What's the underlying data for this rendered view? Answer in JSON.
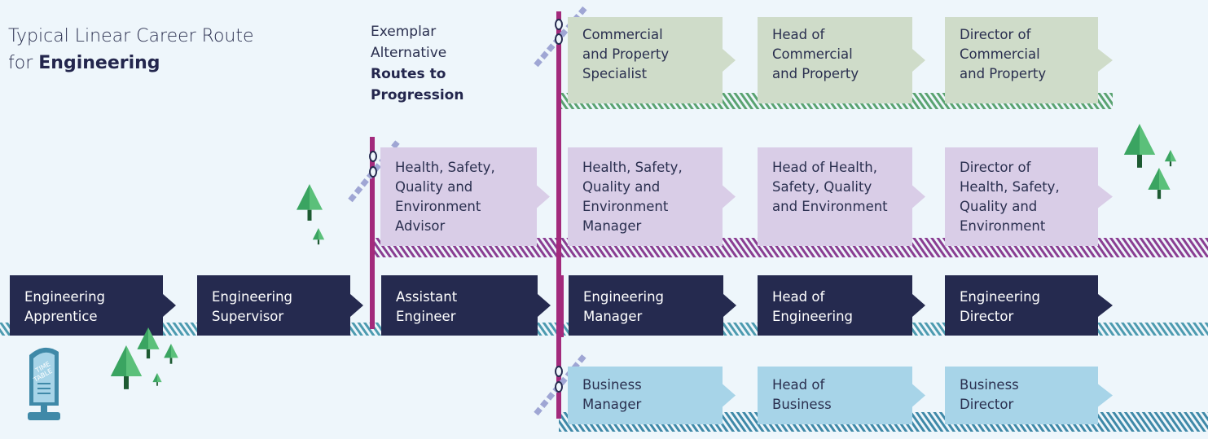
{
  "title": {
    "line1": "Typical Linear Career Route",
    "line2_prefix": "for ",
    "line2_bold": "Engineering"
  },
  "subtitle": {
    "line1": "Exemplar",
    "line2": "Alternative",
    "bold1": "Routes to",
    "bold2": "Progression"
  },
  "timetable_sign": "TIME TABLE",
  "colors": {
    "navy": "#252a4f",
    "lavender": "#d9cde7",
    "sage": "#cfdcc9",
    "sky": "#a7d4e8",
    "magenta": "#a32a7c",
    "track_teal": "#4d9bb0",
    "track_green": "#5aa371",
    "track_purple": "#8a3e92",
    "tree": "#3aa461",
    "background": "#eef6fb"
  },
  "routes": {
    "commercial": [
      "Commercial\nand Property\nSpecialist",
      "Head of\nCommercial\nand Property",
      "Director of\nCommercial\nand Property"
    ],
    "hsqe": [
      "Health, Safety,\nQuality and\nEnvironment\nAdvisor",
      "Health, Safety,\nQuality and\nEnvironment\nManager",
      "Head of Health,\nSafety, Quality\nand Environment",
      "Director of\nHealth, Safety,\nQuality and\nEnvironment"
    ],
    "engineering": [
      "Engineering\nApprentice",
      "Engineering\nSupervisor",
      "Assistant\nEngineer",
      "Engineering\nManager",
      "Head of\nEngineering",
      "Engineering\nDirector"
    ],
    "business": [
      "Business\nManager",
      "Head of\nBusiness",
      "Business\nDirector"
    ]
  }
}
